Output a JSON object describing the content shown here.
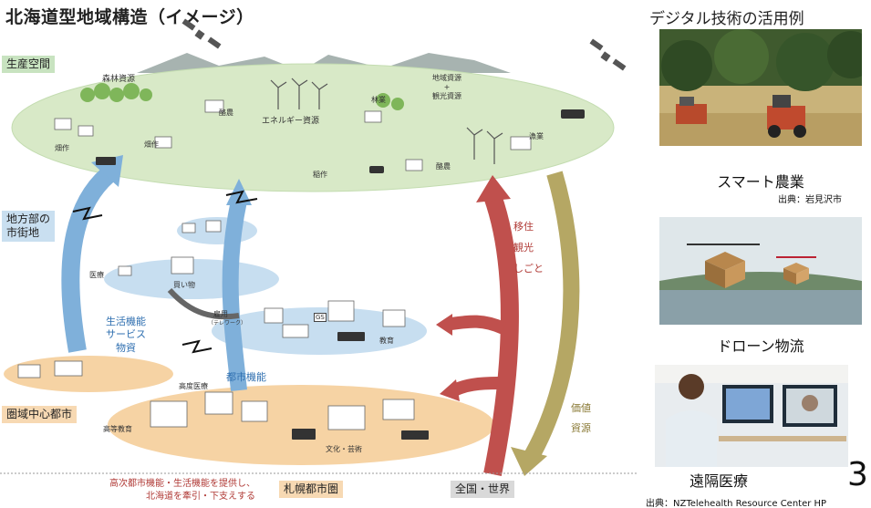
{
  "title": "北海道型地域構造（イメージ）",
  "right_title": "デジタル技術の活用例",
  "region_tags": {
    "production": "生産空間",
    "local_city_line1": "地方部の",
    "local_city_line2": "市街地",
    "regional_center": "圏域中心都市",
    "sapporo": "札幌都市圏",
    "national": "全国・世界"
  },
  "production_labels": {
    "forest": "森林資源",
    "regional_line1": "地域資源",
    "regional_plus": "+",
    "regional_line2": "観光資源",
    "energy": "エネルギー資源",
    "dairy1": "酪農",
    "dairy2": "酪農",
    "forestry": "林業",
    "field1": "畑作",
    "field2": "畑作",
    "rice": "稲作",
    "fishery": "漁業"
  },
  "town_labels": {
    "medical": "医療",
    "shopping": "買い物",
    "employment": "雇用",
    "telework": "（テレワーク）",
    "education": "教育"
  },
  "city_labels": {
    "advanced_medical": "高度医療",
    "higher_education": "高等教育",
    "culture_arts": "文化・芸術",
    "gs": "GS"
  },
  "flow_labels": {
    "life_functions": [
      "生活機能",
      "サービス",
      "物資"
    ],
    "urban_functions": "都市機能",
    "migration": [
      "移住",
      "観光",
      "しごと"
    ],
    "value": [
      "価値",
      "資源"
    ]
  },
  "sapporo_desc": [
    "高次都市機能・生活機能を提供し、",
    "北海道を牽引・下支えする"
  ],
  "examples": [
    {
      "caption": "スマート農業",
      "source": "出典：岩見沢市"
    },
    {
      "caption": "ドローン物流",
      "source": ""
    },
    {
      "caption": "遠隔医療",
      "source": "出典：NZTelehealth Resource Center HP"
    }
  ],
  "page_number": "3",
  "colors": {
    "production_green": "#d8e9c7",
    "town_blue": "#c7def0",
    "city_orange": "#f6d3a4",
    "arrow_blue": "#7fb0da",
    "arrow_red": "#c0504d",
    "arrow_olive": "#b5a764",
    "arrow_gray": "#666666"
  }
}
